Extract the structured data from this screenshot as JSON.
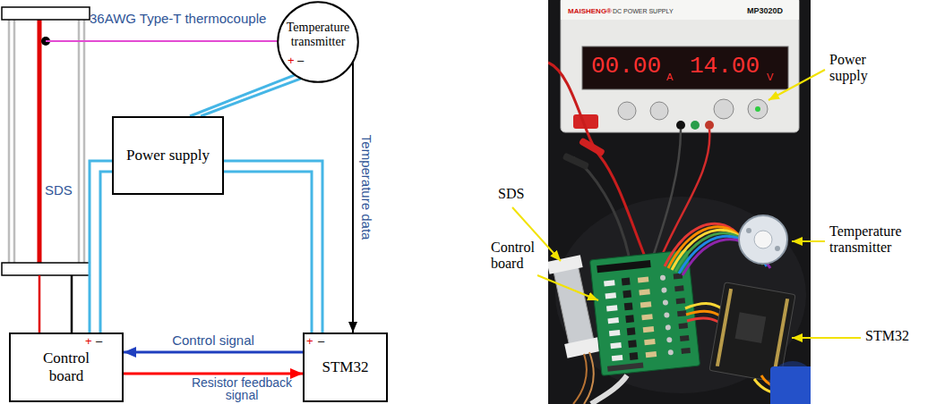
{
  "diagram": {
    "nodes": [
      {
        "text": [
          "SDS"
        ]
      },
      {
        "text": [
          "Temperature transmitter"
        ]
      },
      {
        "text": [
          "Power supply"
        ]
      },
      {
        "text": [
          "Control board"
        ]
      },
      {
        "text": [
          "STM32"
        ]
      }
    ],
    "edges": [
      {
        "from": 0,
        "to": 1,
        "label": "36AWG Type-T thermocouple",
        "arrow": "none"
      },
      {
        "from": 2,
        "to": 1,
        "arrow": "none"
      },
      {
        "from": 2,
        "to": 3,
        "arrow": "none"
      },
      {
        "from": 2,
        "to": 4,
        "arrow": "none"
      },
      {
        "from": 1,
        "to": 4,
        "label": "Temperature data",
        "arrow": "to"
      },
      {
        "from": 4,
        "to": 3,
        "label": "Control signal",
        "arrow": "to"
      },
      {
        "from": 3,
        "to": 4,
        "label": "Resistor feedback signal",
        "arrow": "to"
      },
      {
        "from": 0,
        "to": 3,
        "arrow": "none"
      }
    ],
    "labels": [
      "+",
      "–",
      "+",
      "–",
      "+",
      "–",
      "Power supply",
      "Temperature transmitter",
      "SDS",
      "Control board",
      "STM32",
      "MAISHENG®",
      "DC POWER SUPPLY",
      "MP3020D",
      "00.00",
      "A",
      "14.00",
      "V"
    ]
  }
}
